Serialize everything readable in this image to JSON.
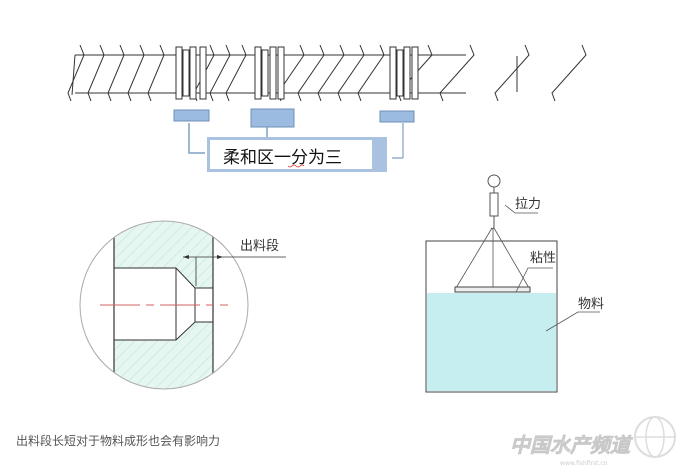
{
  "screw": {
    "callout": "柔和区一分为三"
  },
  "die": {
    "label": "出料段"
  },
  "viscometer": {
    "pull_label": "拉力",
    "viscosity_label": "粘性",
    "material_label": "物料"
  },
  "caption": "出料段长短对于物料成形也会有影响力",
  "watermark": {
    "text": "中国水产频道",
    "url": "www.fishfirst.cn"
  },
  "colors": {
    "box_blue": "#9bbbe0",
    "liquid": "#c6eef0",
    "hatch": "#dff3ee",
    "centerline": "#d06060"
  }
}
